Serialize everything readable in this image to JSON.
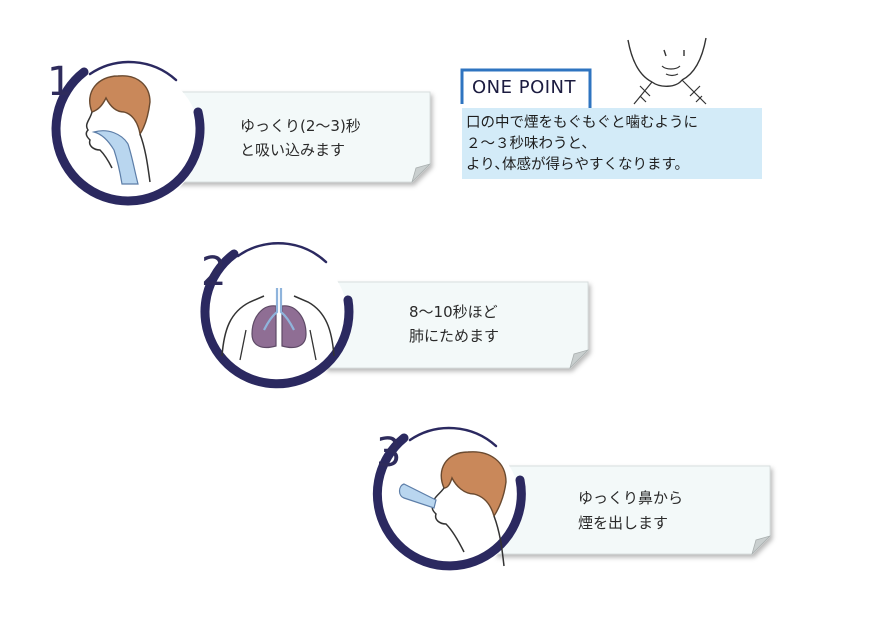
{
  "steps": [
    {
      "number": "1",
      "line1": "ゆっくり(2〜3)秒",
      "line2": "と吸い込みます"
    },
    {
      "number": "2",
      "line1": "8〜10秒ほど",
      "line2": "肺にためます"
    },
    {
      "number": "3",
      "line1": "ゆっくり鼻から",
      "line2": "煙を出します"
    }
  ],
  "one_point": {
    "title": "ONE POINT",
    "lines": [
      "口の中で煙をもぐもぐと噛むように",
      "２〜３秒味わうと、",
      "より､体感が得らやすくなります。"
    ]
  },
  "colors": {
    "ring": "#2b2960",
    "hair": "#c9885a",
    "smoke": "#b9d6ef",
    "lung": "#8f6e94",
    "card": "#f3f9f9",
    "point_bg": "#d3ebf8",
    "point_border": "#2f74c0"
  }
}
